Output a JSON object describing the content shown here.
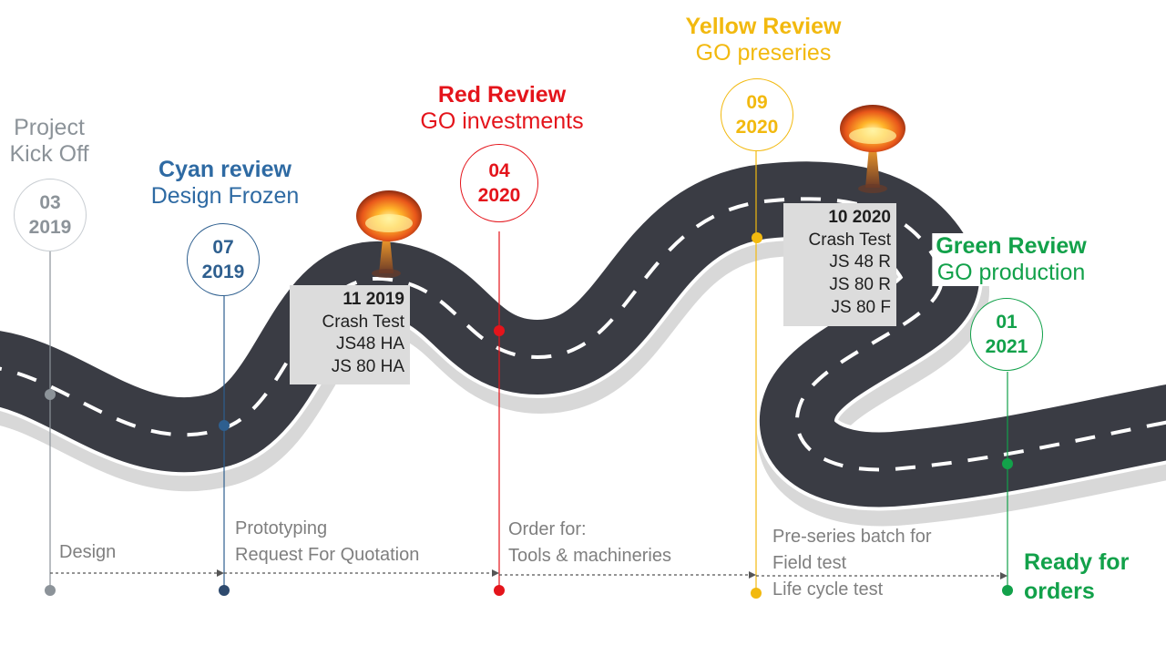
{
  "milestones": [
    {
      "id": "kickoff",
      "title": "Project",
      "subtitle": "Kick Off",
      "month": "03",
      "year": "2019",
      "color": "#8c9399"
    },
    {
      "id": "cyan",
      "title": "Cyan review",
      "subtitle": "Design Frozen",
      "month": "07",
      "year": "2019",
      "color": "#2e5f8f"
    },
    {
      "id": "red",
      "title": "Red Review",
      "subtitle": "GO investments",
      "month": "04",
      "year": "2020",
      "color": "#e4141b"
    },
    {
      "id": "yellow",
      "title": "Yellow Review",
      "subtitle": "GO preseries",
      "month": "09",
      "year": "2020",
      "color": "#f2b90f"
    },
    {
      "id": "green",
      "title": "Green Review",
      "subtitle": "GO production",
      "month": "01",
      "year": "2021",
      "color": "#12a14a"
    }
  ],
  "crash_tests": [
    {
      "date": "11 2019",
      "lines": [
        "Crash Test",
        "JS48 HA",
        "JS 80 HA"
      ]
    },
    {
      "date": "10 2020",
      "lines": [
        "Crash Test",
        "JS 48 R",
        "JS 80 R",
        "JS 80 F"
      ]
    }
  ],
  "phases": [
    {
      "lines": [
        "Design"
      ]
    },
    {
      "lines": [
        "Prototyping",
        "Request For Quotation"
      ]
    },
    {
      "lines": [
        "Order for:",
        "Tools & machineries"
      ]
    },
    {
      "lines": [
        "Pre-series batch for",
        "Field test",
        "Life cycle test"
      ]
    }
  ],
  "final": {
    "line1": "Ready for",
    "line2": "orders"
  },
  "colors": {
    "road": "#3a3c44",
    "road_edge": "#ffffff",
    "dash": "#ffffff",
    "crash_box": "#dcdcdc",
    "phase_text": "#7f7f7f",
    "arrow": "#555555"
  },
  "icons": [
    "explosion-icon"
  ]
}
